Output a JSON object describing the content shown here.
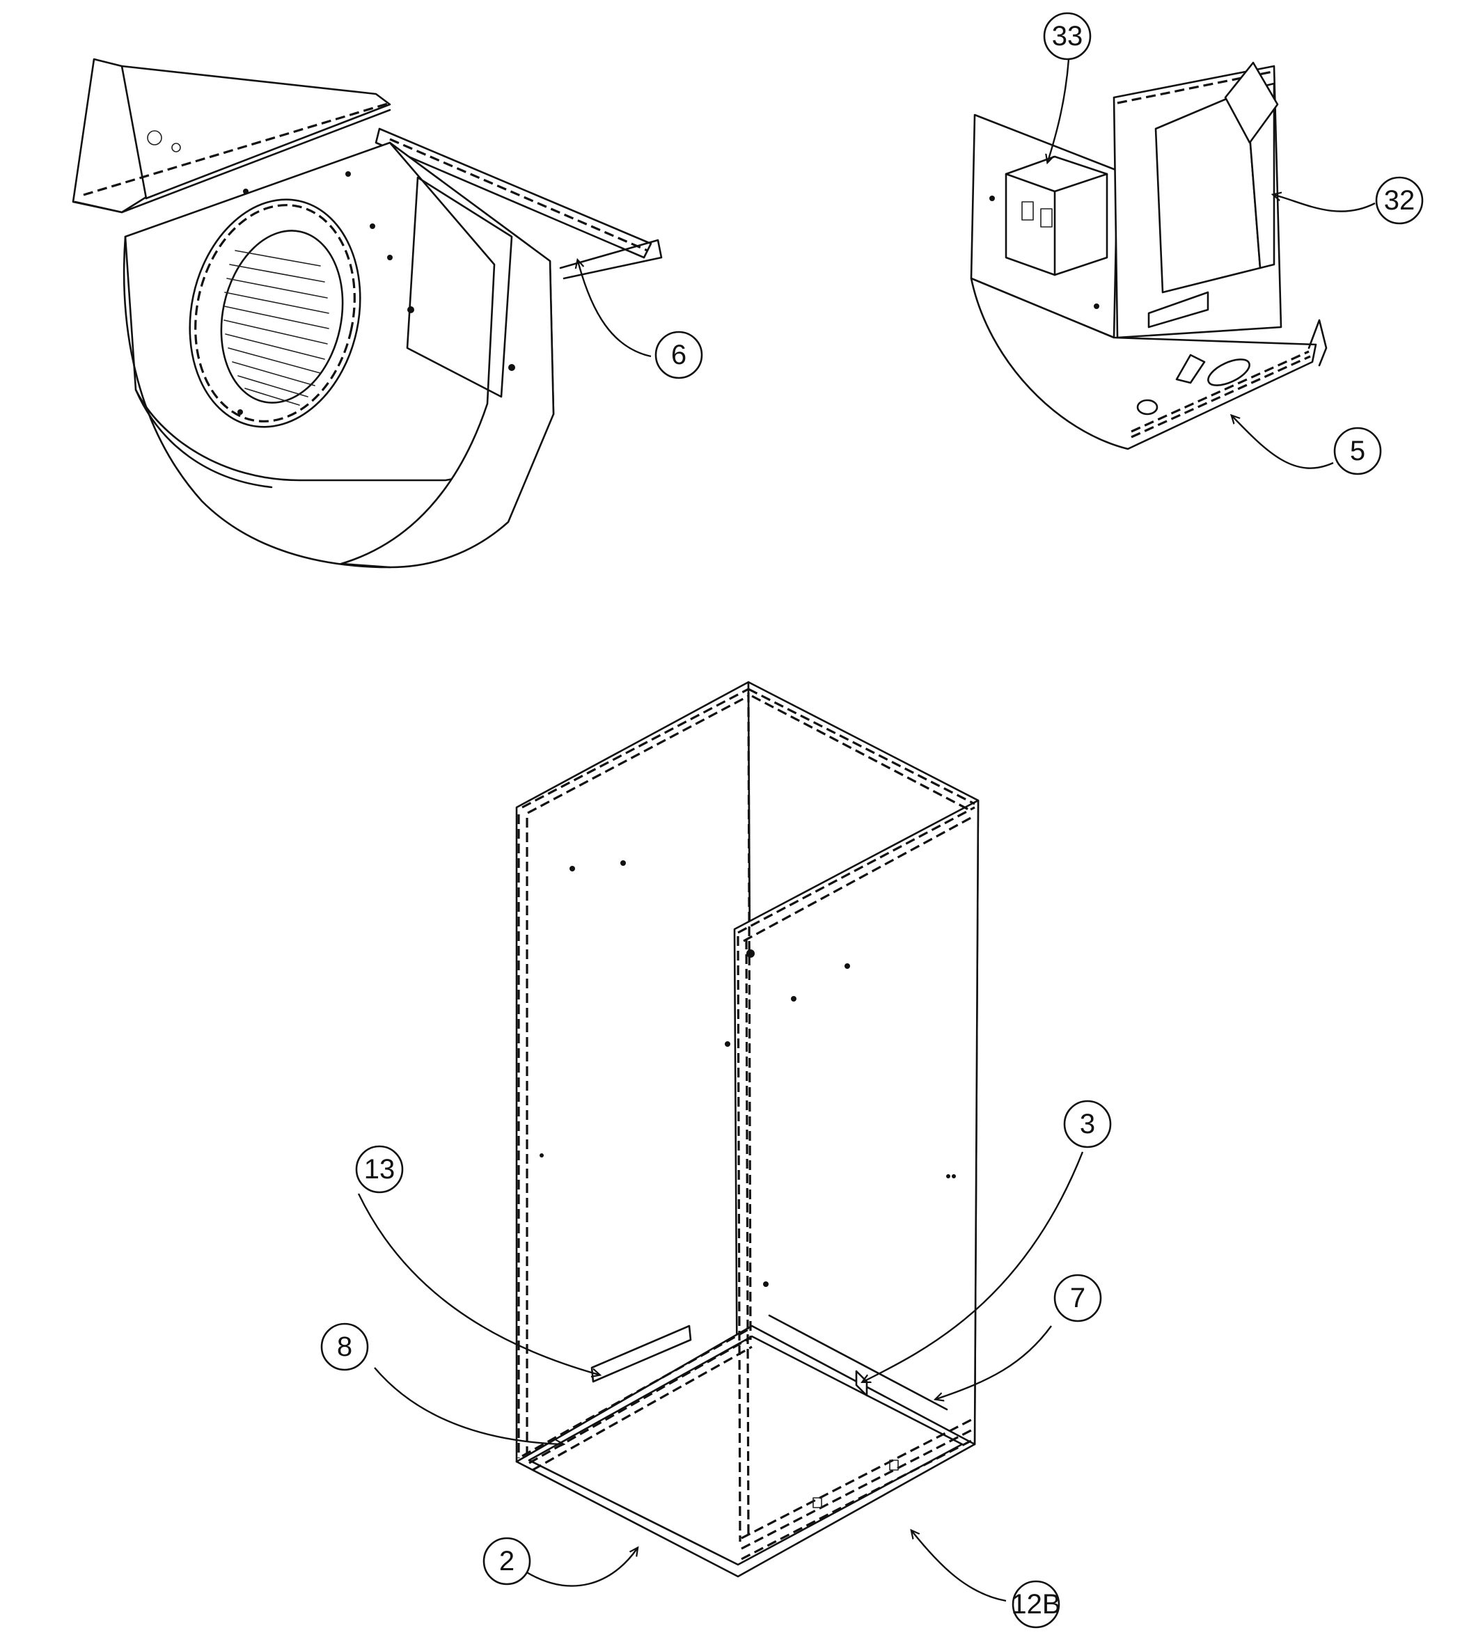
{
  "callouts": [
    {
      "id": "c33",
      "text": "33"
    },
    {
      "id": "c32",
      "text": "32"
    },
    {
      "id": "c6",
      "text": "6"
    },
    {
      "id": "c5",
      "text": "5"
    },
    {
      "id": "c3",
      "text": "3"
    },
    {
      "id": "c13",
      "text": "13"
    },
    {
      "id": "c7",
      "text": "7"
    },
    {
      "id": "c8",
      "text": "8"
    },
    {
      "id": "c2",
      "text": "2"
    },
    {
      "id": "c12B",
      "text": "12B"
    }
  ],
  "colors": {
    "line": "#111111",
    "background": "#ffffff"
  }
}
